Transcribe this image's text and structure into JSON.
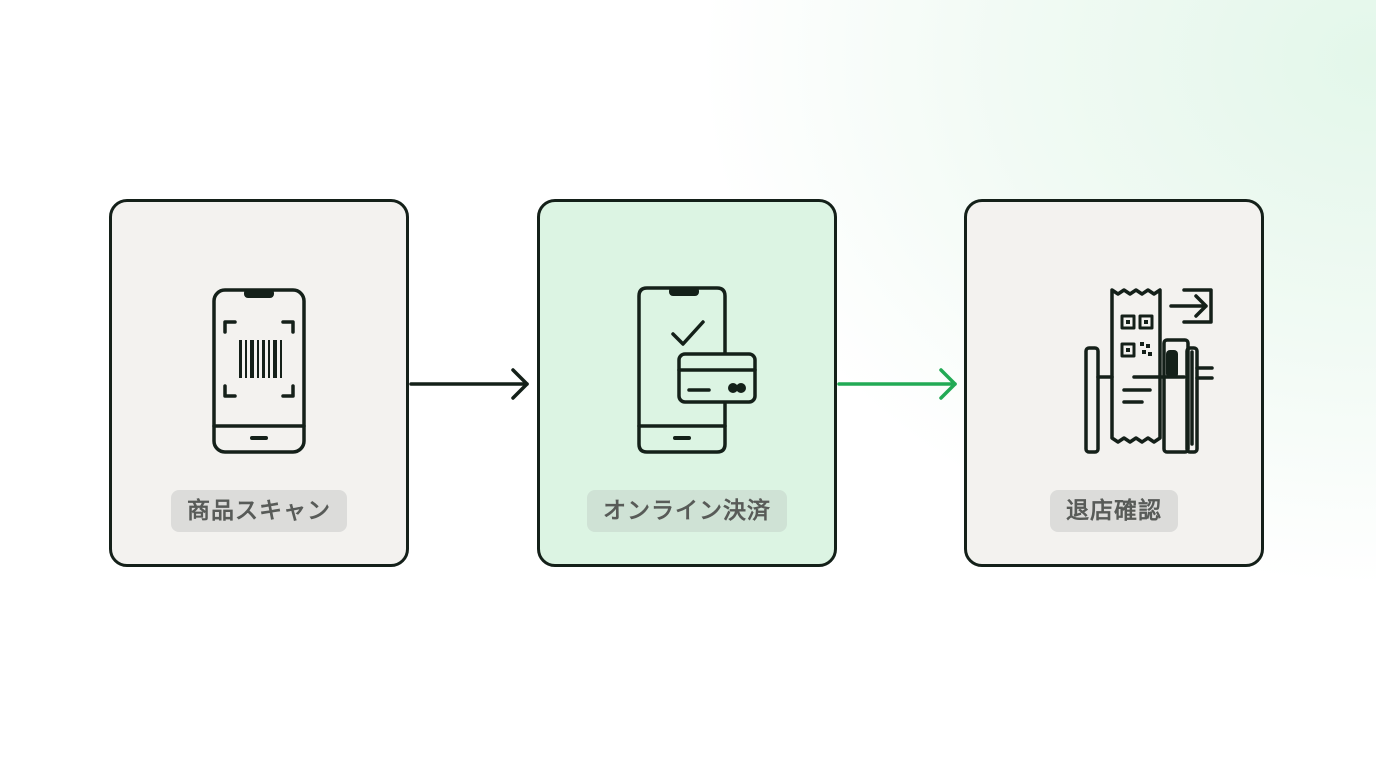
{
  "steps": [
    {
      "label": "商品スキャン",
      "icon": "phone-barcode-scan-icon",
      "highlighted": false
    },
    {
      "label": "オンライン決済",
      "icon": "phone-card-payment-icon",
      "highlighted": true
    },
    {
      "label": "退店確認",
      "icon": "receipt-gate-exit-icon",
      "highlighted": false
    }
  ],
  "colors": {
    "outline": "#142019",
    "card_bg": "#f3f2ef",
    "highlight_bg": "#dcf4e3",
    "accent_arrow": "#22aa55",
    "label_text": "#585b58"
  }
}
